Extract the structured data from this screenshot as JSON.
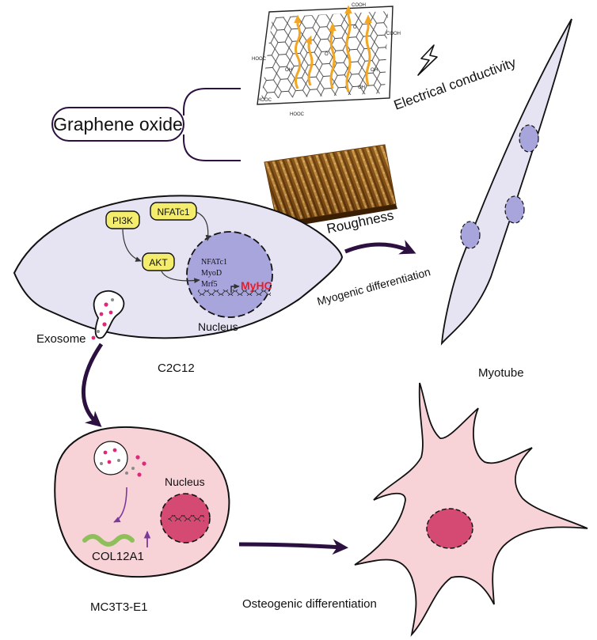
{
  "source": {
    "label": "Graphene oxide"
  },
  "properties": {
    "conductivity": "Electrical conductivity",
    "roughness": "Roughness"
  },
  "graphene_sheet": {
    "cooh_top": "COOH",
    "cooh_right": "COOH",
    "hooc_left": "HOOC",
    "hooc_bottom_left": "HOOC",
    "hooc_bottom": "HOOC",
    "oh_left": "OH",
    "oh_right": "OH",
    "oh_mid": "OH",
    "o_epoxy_1": "O",
    "o_epoxy_2": "O"
  },
  "c2c12": {
    "cell_label": "C2C12",
    "pi3k": "PI3K",
    "akt": "AKT",
    "nfatc1_box": "NFATc1",
    "nucleus_label": "Nucleus",
    "tf_1": "NFATc1",
    "tf_2": "MyoD",
    "tf_3": "Mrf5",
    "target_gene": "MyHC",
    "exosome_label": "Exosome"
  },
  "myo": {
    "arrow_label": "Myogenic differentiation",
    "cell_label": "Myotube"
  },
  "mc3t3": {
    "cell_label": "MC3T3-E1",
    "nucleus_label": "Nucleus",
    "gene": "COL12A1"
  },
  "osteo": {
    "arrow_label": "Osteogenic differentiation"
  },
  "colors": {
    "arrow_dark": "#2b1040",
    "cell_lavender": "#e6e3f3",
    "nucleus_blue": "#a8a5dc",
    "pathway_yellow": "#f4ec6c",
    "myhc_red": "#e81c2a",
    "pink_cell": "#f7d3d8",
    "pink_nucleus": "#d44a73",
    "exosome_dot": "#e0287a",
    "gene_green": "#8fbf5a",
    "arrow_purple": "#7b3a9a",
    "orange_arrow": "#f2a623"
  }
}
